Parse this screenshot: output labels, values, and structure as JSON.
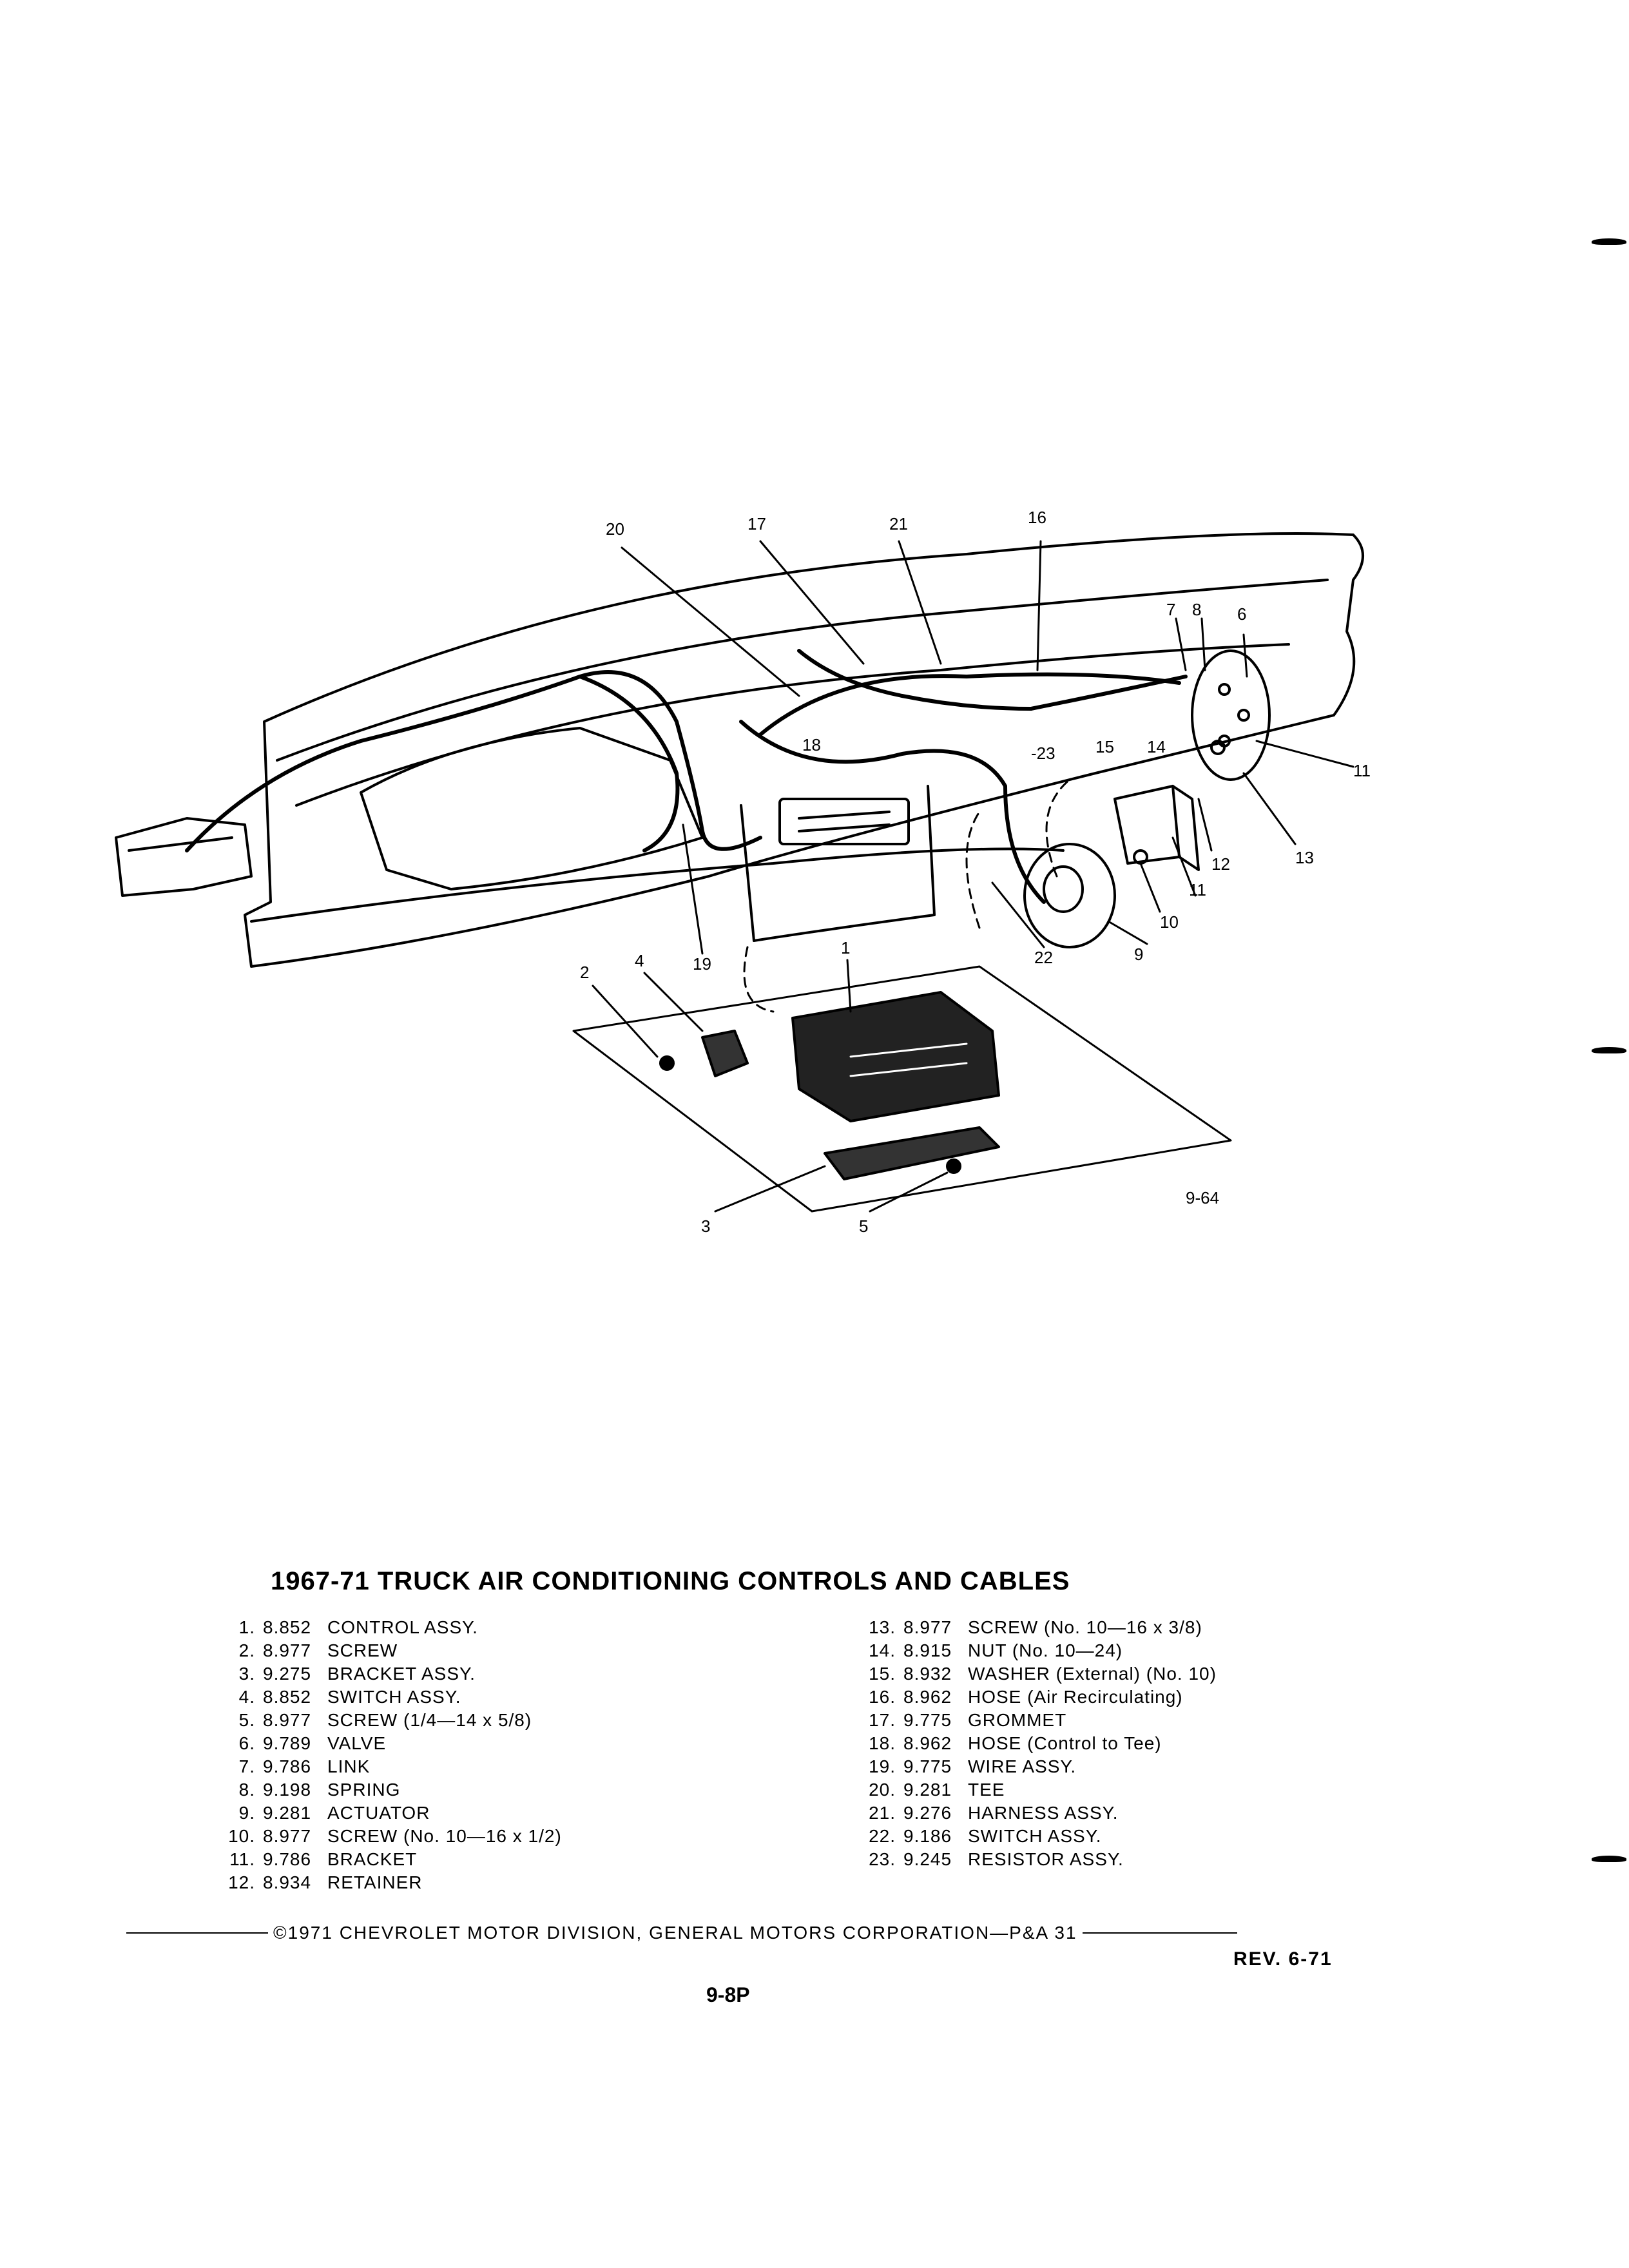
{
  "figure": {
    "figure_number": "9-64",
    "callouts": [
      "20",
      "17",
      "21",
      "16",
      "7",
      "8",
      "6",
      "-23",
      "15",
      "14",
      "18",
      "11",
      "13",
      "12",
      "10",
      "11",
      "9",
      "22",
      "19",
      "1",
      "2",
      "4",
      "3",
      "5"
    ]
  },
  "title": "1967-71 TRUCK AIR CONDITIONING CONTROLS AND CABLES",
  "parts_left": [
    {
      "num": "1.",
      "code": "8.852",
      "name": "CONTROL ASSY."
    },
    {
      "num": "2.",
      "code": "8.977",
      "name": "SCREW"
    },
    {
      "num": "3.",
      "code": "9.275",
      "name": "BRACKET ASSY."
    },
    {
      "num": "4.",
      "code": "8.852",
      "name": "SWITCH ASSY."
    },
    {
      "num": "5.",
      "code": "8.977",
      "name": "SCREW (1/4—14 x 5/8)"
    },
    {
      "num": "6.",
      "code": "9.789",
      "name": "VALVE"
    },
    {
      "num": "7.",
      "code": "9.786",
      "name": "LINK"
    },
    {
      "num": "8.",
      "code": "9.198",
      "name": "SPRING"
    },
    {
      "num": "9.",
      "code": "9.281",
      "name": "ACTUATOR"
    },
    {
      "num": "10.",
      "code": "8.977",
      "name": "SCREW (No. 10—16 x 1/2)"
    },
    {
      "num": "11.",
      "code": "9.786",
      "name": "BRACKET"
    },
    {
      "num": "12.",
      "code": "8.934",
      "name": "RETAINER"
    }
  ],
  "parts_right": [
    {
      "num": "13.",
      "code": "8.977",
      "name": "SCREW (No. 10—16 x 3/8)"
    },
    {
      "num": "14.",
      "code": "8.915",
      "name": "NUT (No. 10—24)"
    },
    {
      "num": "15.",
      "code": "8.932",
      "name": "WASHER (External) (No. 10)"
    },
    {
      "num": "16.",
      "code": "8.962",
      "name": "HOSE (Air Recirculating)"
    },
    {
      "num": "17.",
      "code": "9.775",
      "name": "GROMMET"
    },
    {
      "num": "18.",
      "code": "8.962",
      "name": "HOSE (Control to Tee)"
    },
    {
      "num": "19.",
      "code": "9.775",
      "name": "WIRE ASSY."
    },
    {
      "num": "20.",
      "code": "9.281",
      "name": "TEE"
    },
    {
      "num": "21.",
      "code": "9.276",
      "name": "HARNESS ASSY."
    },
    {
      "num": "22.",
      "code": "9.186",
      "name": "SWITCH ASSY."
    },
    {
      "num": "23.",
      "code": "9.245",
      "name": "RESISTOR ASSY."
    }
  ],
  "footer": {
    "copyright": "©1971 CHEVROLET MOTOR DIVISION, GENERAL MOTORS CORPORATION—P&A 31",
    "revision": "REV. 6-71",
    "page_number": "9-8P"
  }
}
